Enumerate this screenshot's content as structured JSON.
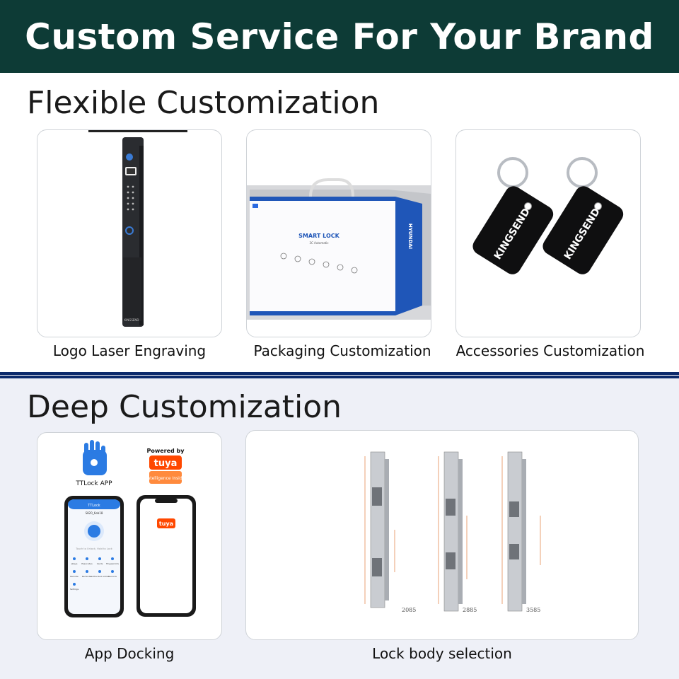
{
  "header": {
    "title": "Custom Service For Your Brand"
  },
  "section_flexible": {
    "title": "Flexible Customization",
    "items": [
      {
        "caption": "Logo Laser Engraving",
        "brand": "KINGSEND"
      },
      {
        "caption": "Packaging Customization",
        "box_brand": "HYUNDAI",
        "box_title": "SMART LOCK",
        "box_subtitle": "3C Automatic"
      },
      {
        "caption": "Accessories Customization",
        "tag_text": "KINGSEND"
      }
    ]
  },
  "section_deep": {
    "title": "Deep Customization",
    "items": [
      {
        "caption": "App Docking",
        "ttlock_label": "TTLock APP",
        "tuya_powered": "Powered by",
        "tuya_brand": "tuya",
        "tuya_tagline": "Intelligence Inside",
        "phone_header": "TTLock",
        "phone_lock_id": "S820_6eb18",
        "phone_hint": "Touch to Unlock, Hold to Lock",
        "phone_menu": [
          "eKeys",
          "Passcodes",
          "Cards",
          "Fingerprints",
          "Remote",
          "Reminder",
          "Authorized Admin",
          "Records",
          "Settings"
        ],
        "tuya_phone_logo": "tuya"
      },
      {
        "caption": "Lock body selection",
        "models": [
          "2085",
          "2885",
          "3585"
        ]
      }
    ]
  },
  "colors": {
    "header_bg": "#0d3b36",
    "divider": "#0c2a6b",
    "tuya_orange": "#ff4800",
    "ttlock_blue": "#2b7be3"
  }
}
